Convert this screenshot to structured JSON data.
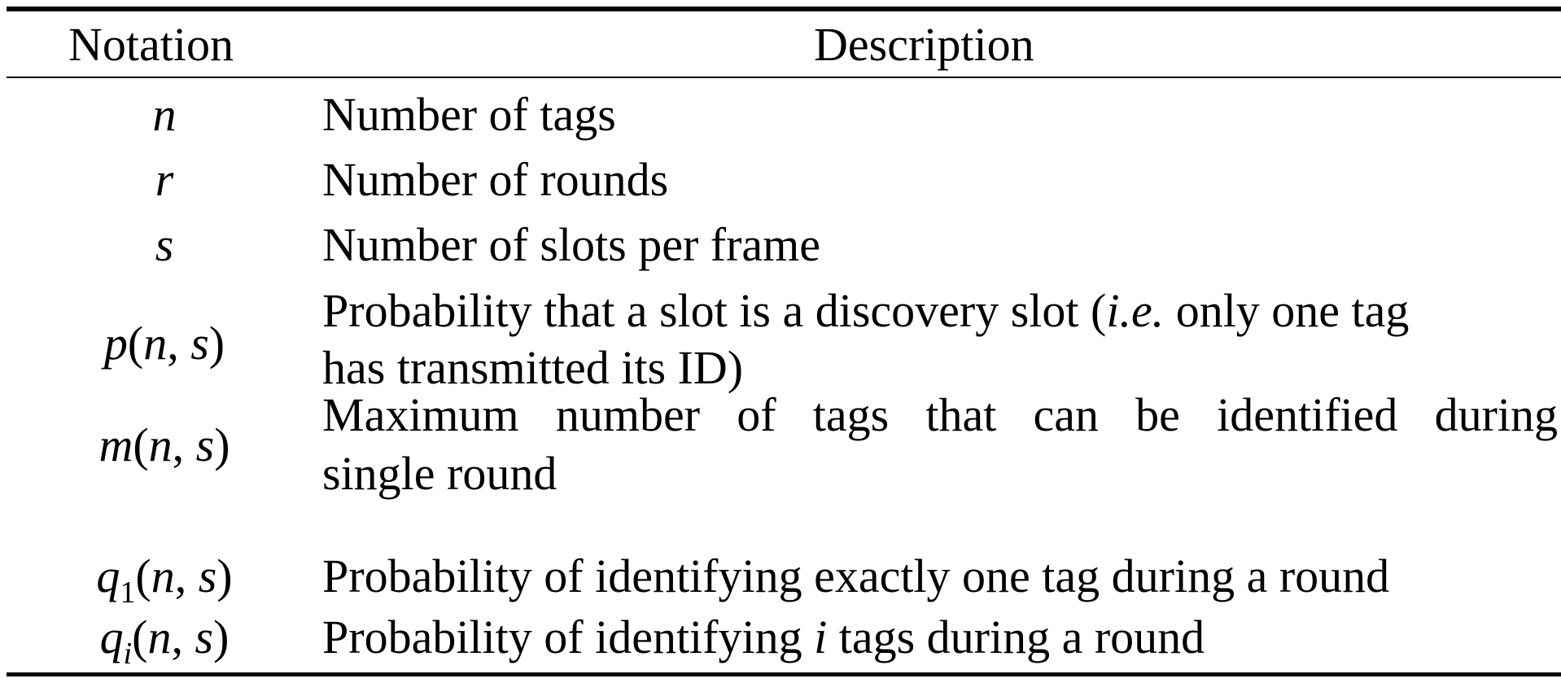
{
  "header": {
    "notation": "Notation",
    "description": "Description"
  },
  "rows": [
    {
      "symbol": "n",
      "description": "Number of tags"
    },
    {
      "symbol": "r",
      "description": "Number of rounds"
    },
    {
      "symbol": "s",
      "description": "Number of slots per frame"
    },
    {
      "symbol_fn": "p",
      "symbol_args": "n",
      "symbol_args2": "s",
      "description_line1_pre": "Probability that a slot is a discovery slot (",
      "description_line1_ie": "i.e.",
      "description_line1_post": " only one tag",
      "description_line2": "has transmitted its ID)"
    },
    {
      "symbol_fn": "m",
      "symbol_args": "n",
      "symbol_args2": "s",
      "description_line1": "Maximum number of tags that can be identified during",
      "description_line2": "single round"
    },
    {
      "symbol_fn": "q",
      "symbol_sub": "1",
      "symbol_args": "n",
      "symbol_args2": "s",
      "description": "Probability of identifying exactly one tag during a round"
    },
    {
      "symbol_fn": "q",
      "symbol_sub": "i",
      "symbol_args": "n",
      "symbol_args2": "s",
      "description_pre": "Probability of identifying ",
      "description_var": "i",
      "description_post": " tags during a round"
    }
  ]
}
